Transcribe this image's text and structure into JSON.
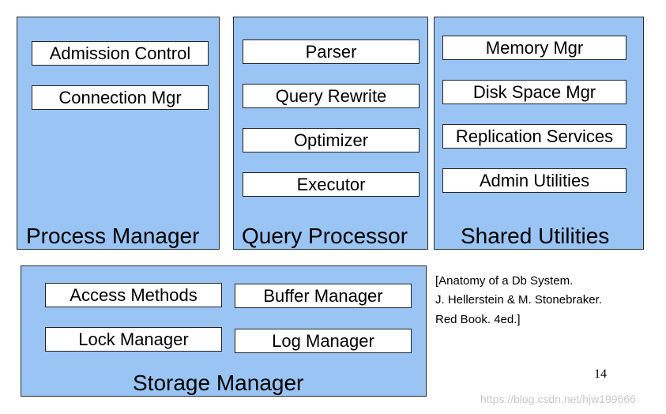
{
  "process_manager": {
    "title": "Process Manager",
    "items": [
      "Admission Control",
      "Connection Mgr"
    ]
  },
  "query_processor": {
    "title": "Query Processor",
    "items": [
      "Parser",
      "Query Rewrite",
      "Optimizer",
      "Executor"
    ]
  },
  "shared_utilities": {
    "title": "Shared Utilities",
    "items": [
      "Memory Mgr",
      "Disk Space Mgr",
      "Replication Services",
      "Admin Utilities"
    ]
  },
  "storage_manager": {
    "title": "Storage Manager",
    "items": [
      "Access Methods",
      "Buffer Manager",
      "Lock Manager",
      "Log Manager"
    ]
  },
  "citation": {
    "line1": "[Anatomy of a Db System.",
    "line2": "J. Hellerstein & M. Stonebraker.",
    "line3": "Red Book. 4ed.]"
  },
  "page_number": "14",
  "watermark": "https://blog.csdn.net/hjw199666",
  "colors": {
    "panel_fill": "#99c4f3",
    "box_fill": "#ffffff",
    "border": "#2c2c2c"
  }
}
